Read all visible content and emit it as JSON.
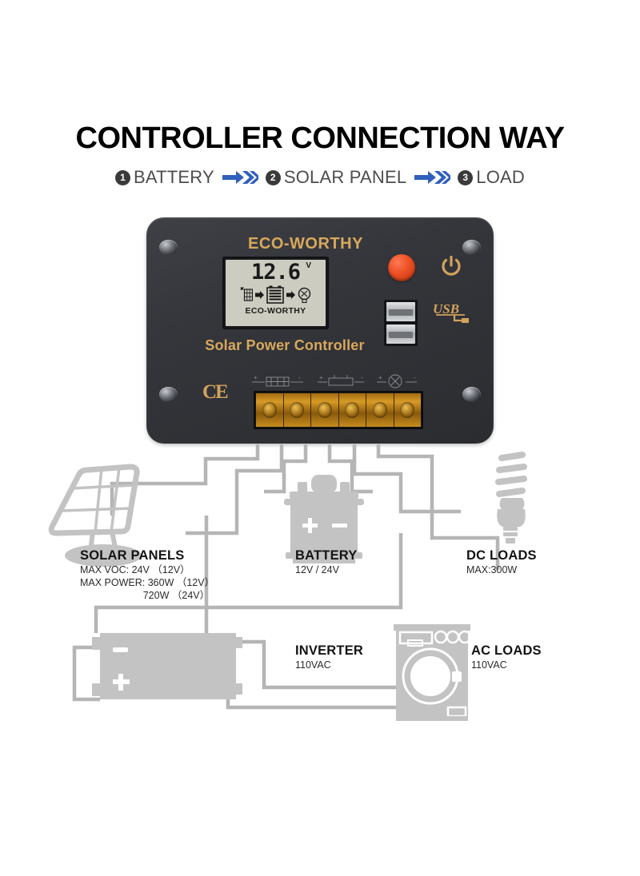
{
  "header": {
    "title": "CONTROLLER CONNECTION WAY",
    "steps": [
      {
        "num": "1",
        "label": "BATTERY"
      },
      {
        "num": "2",
        "label": "SOLAR PANEL"
      },
      {
        "num": "3",
        "label": "LOAD"
      }
    ],
    "arrow_color": "#3060bd",
    "num_badge_color": "#3a3a3a"
  },
  "controller": {
    "brand": "ECO-WORTHY",
    "product_name": "Solar Power Controller",
    "certification": "CE",
    "accent_color": "#d9a85c",
    "body_color": "#34363b",
    "lcd": {
      "voltage": "12.6",
      "unit": "V",
      "footer_brand": "ECO-WORTHY",
      "icons": [
        "solar-panel-icon",
        "arrow-right-icon",
        "battery-icon",
        "arrow-right-icon",
        "bulb-icon"
      ],
      "background": "#ccccc0"
    },
    "reset_button_color": "#ec4f24",
    "usb_label": "USB",
    "power_symbol_label": "power-symbol",
    "terminal_count": 6
  },
  "diagram": {
    "wire_color": "#b5b5b5",
    "icon_color": "#c3c3c3",
    "nodes": [
      {
        "id": "solar-panels",
        "title": "SOLAR PANELS",
        "sub_lines": [
          "MAX VOC:  24V （12V）",
          "MAX POWER:  360W （12V）",
          "720W （24V）"
        ]
      },
      {
        "id": "battery",
        "title": "BATTERY",
        "sub_lines": [
          "12V / 24V"
        ]
      },
      {
        "id": "dc-loads",
        "title": "DC LOADS",
        "sub_lines": [
          "MAX:300W"
        ]
      },
      {
        "id": "inverter",
        "title": "INVERTER",
        "sub_lines": [
          "110VAC"
        ]
      },
      {
        "id": "ac-loads",
        "title": "AC LOADS",
        "sub_lines": [
          "110VAC"
        ]
      }
    ]
  }
}
